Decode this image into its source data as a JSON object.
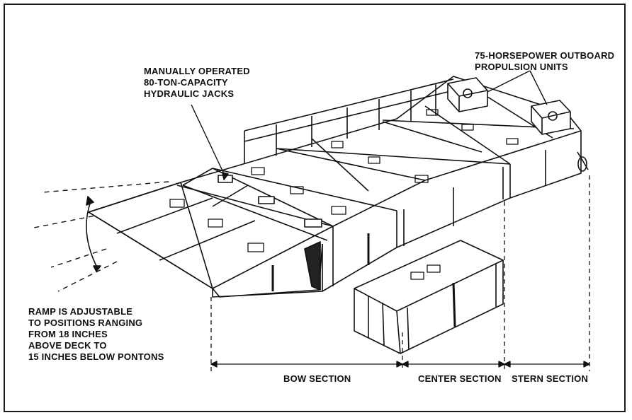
{
  "callouts": {
    "jacks": [
      "MANUALLY OPERATED",
      "80-TON-CAPACITY",
      "HYDRAULIC JACKS"
    ],
    "outboard": [
      "75-HORSEPOWER OUTBOARD",
      "PROPULSION UNITS"
    ],
    "ramp": [
      "RAMP IS ADJUSTABLE",
      "TO POSITIONS RANGING",
      "FROM 18 INCHES",
      "ABOVE DECK TO",
      "15 INCHES BELOW PONTONS"
    ]
  },
  "sections": {
    "bow": "BOW SECTION",
    "center": "CENTER SECTION",
    "stern": "STERN SECTION"
  }
}
